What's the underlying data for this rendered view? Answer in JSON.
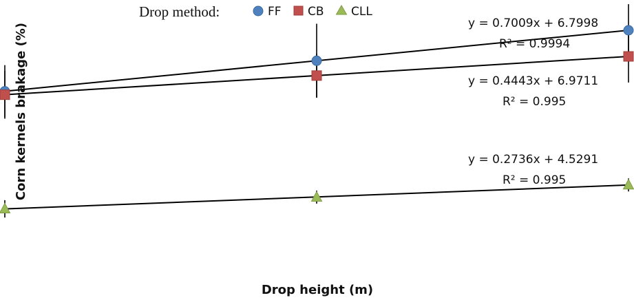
{
  "chart_data": {
    "type": "scatter",
    "title": "",
    "xlabel": "Drop height (m)",
    "ylabel": "Corn kernels brakage (%)",
    "legend": {
      "title": "Drop method:",
      "placement": "top-center"
    },
    "grid": false,
    "x": [
      1,
      2,
      3
    ],
    "series": [
      {
        "name": "FF",
        "marker": "circle",
        "color": "#4F81BD",
        "values": [
          7.5,
          8.2,
          8.9
        ],
        "errors": [
          0.6,
          0.85,
          0.6
        ],
        "trendline": {
          "equation": "y = 0.7009x + 6.7998",
          "r2": "R² = 0.9994"
        }
      },
      {
        "name": "CB",
        "marker": "square",
        "color": "#C0504D",
        "values": [
          7.42,
          7.86,
          8.3
        ],
        "errors": [
          0.55,
          0.5,
          0.6
        ],
        "trendline": {
          "equation": "y = 0.4443x + 6.9711",
          "r2": "R² = 0.995"
        }
      },
      {
        "name": "CLL",
        "marker": "triangle",
        "color": "#9BBB59",
        "values": [
          4.8,
          5.07,
          5.35
        ],
        "errors": [
          0.2,
          0.15,
          0.15
        ],
        "trendline": {
          "equation": "y = 0.2736x + 4.5291",
          "r2": "R² = 0.995"
        }
      }
    ]
  }
}
